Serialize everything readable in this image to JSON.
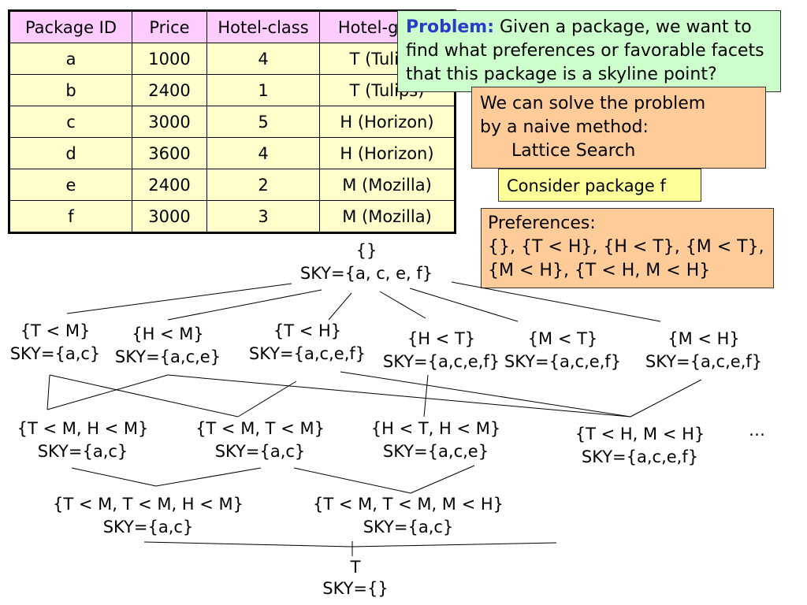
{
  "table": {
    "headers": [
      "Package ID",
      "Price",
      "Hotel-class",
      "Hotel-group"
    ],
    "rows": [
      [
        "a",
        "1000",
        "4",
        "T (Tulips)"
      ],
      [
        "b",
        "2400",
        "1",
        "T (Tulips)"
      ],
      [
        "c",
        "3000",
        "5",
        "H (Horizon)"
      ],
      [
        "d",
        "3600",
        "4",
        "H (Horizon)"
      ],
      [
        "e",
        "2400",
        "2",
        "M (Mozilla)"
      ],
      [
        "f",
        "3000",
        "3",
        "M (Mozilla)"
      ]
    ]
  },
  "problem": {
    "label": "Problem:",
    "text": "Given a package, we want to find what preferences or favorable facets that this package is a skyline point?"
  },
  "naive": {
    "line1": "We can solve the problem",
    "line2": "by a naive method:",
    "line3": "Lattice Search"
  },
  "consider": "Consider package f",
  "preferences": {
    "title": "Preferences:",
    "list": "{}, {T < H}, {H < T}, {M < T}, {M < H}, {T < H, M < H}"
  },
  "lattice": {
    "nodes": [
      {
        "pref": "{}",
        "sky": "SKY={a, c, e, f}"
      },
      {
        "pref": "{T < M}",
        "sky": "SKY={a,c}"
      },
      {
        "pref": "{H < M}",
        "sky": "SKY={a,c,e}"
      },
      {
        "pref": "{T < H}",
        "sky": "SKY={a,c,e,f}"
      },
      {
        "pref": "{H < T}",
        "sky": "SKY={a,c,e,f}"
      },
      {
        "pref": "{M < T}",
        "sky": "SKY={a,c,e,f}"
      },
      {
        "pref": "{M < H}",
        "sky": "SKY={a,c,e,f}"
      },
      {
        "pref": "{T < M, H < M}",
        "sky": "SKY={a,c}"
      },
      {
        "pref": "{T < M, T < M}",
        "sky": "SKY={a,c}"
      },
      {
        "pref": "{H < T, H < M}",
        "sky": "SKY={a,c,e}"
      },
      {
        "pref": "{T < H, M < H}",
        "sky": "SKY={a,c,e,f}"
      },
      {
        "pref": "{T < M, T < M, H < M}",
        "sky": "SKY={a,c}"
      },
      {
        "pref": "{T < M, T < M, M < H}",
        "sky": "SKY={a,c}"
      },
      {
        "pref": "T",
        "sky": "SKY={}"
      }
    ],
    "ellipsis": "…"
  }
}
